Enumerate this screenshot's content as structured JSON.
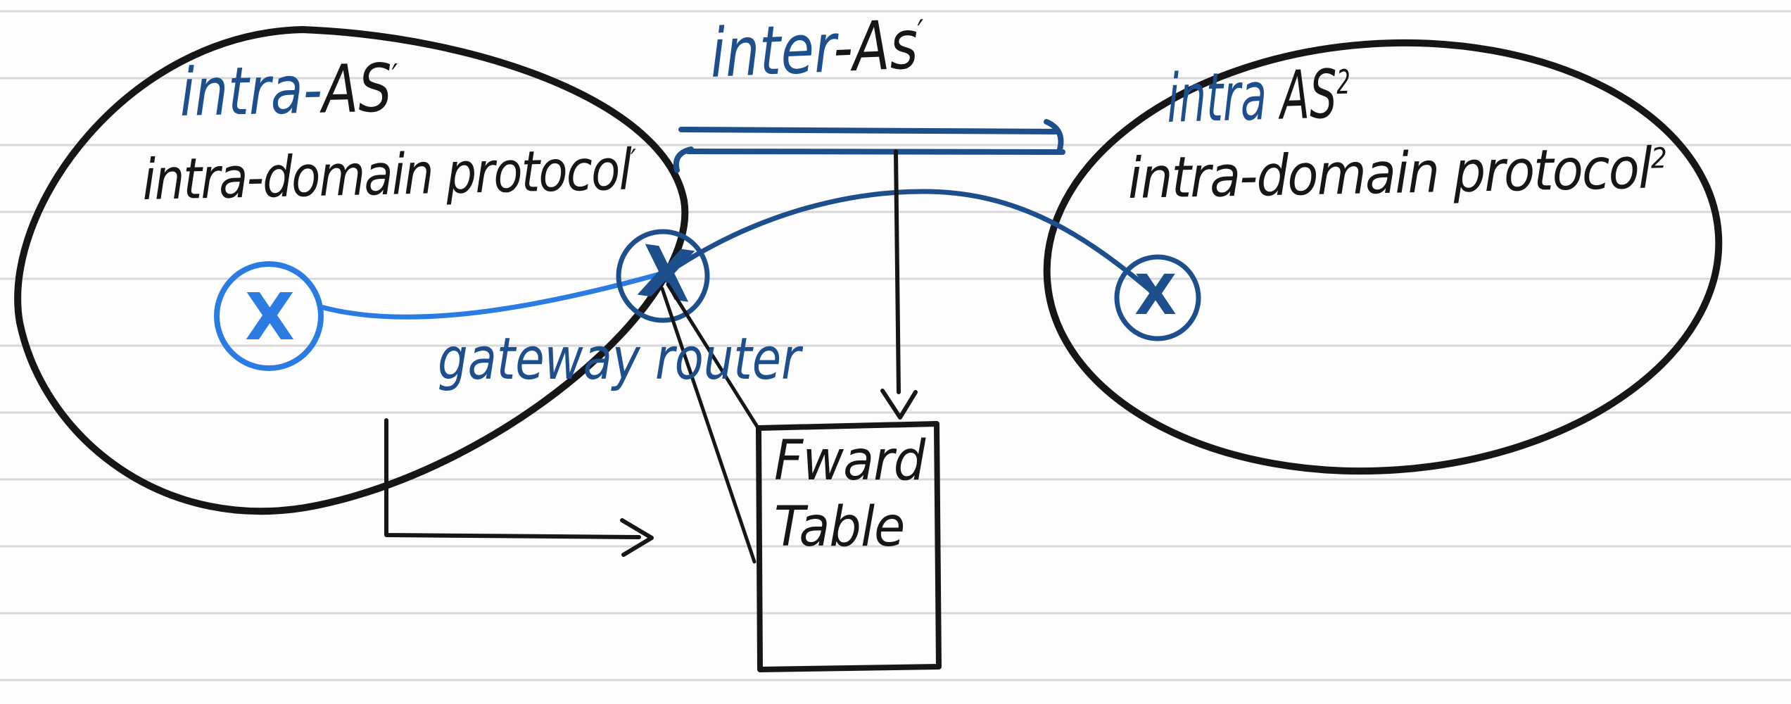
{
  "colors": {
    "paper": "#fdfdfd",
    "ruled_line": "#d8d8d8",
    "ink_black": "#161616",
    "ink_blue": "#1d4f8d",
    "ink_bright_blue": "#2b7ce2"
  },
  "as1": {
    "title_prefix": "intra-",
    "title_as": "AS",
    "title_sup": "′",
    "protocol": "intra-domain protocol",
    "protocol_sup": "′",
    "node_mark": "X"
  },
  "as2": {
    "title_prefix": "intra",
    "title_as": "AS",
    "title_sup": "2",
    "protocol": "intra-domain protocol",
    "protocol_sup": "2",
    "node_mark": "X"
  },
  "inter_as": {
    "label_prefix": "inter",
    "label_suffix": "-As",
    "label_sup": "′"
  },
  "gateway": {
    "label": "gateway router",
    "node_mark": "X"
  },
  "forwarding_table": {
    "line1": "Fward",
    "line2": "Table"
  }
}
